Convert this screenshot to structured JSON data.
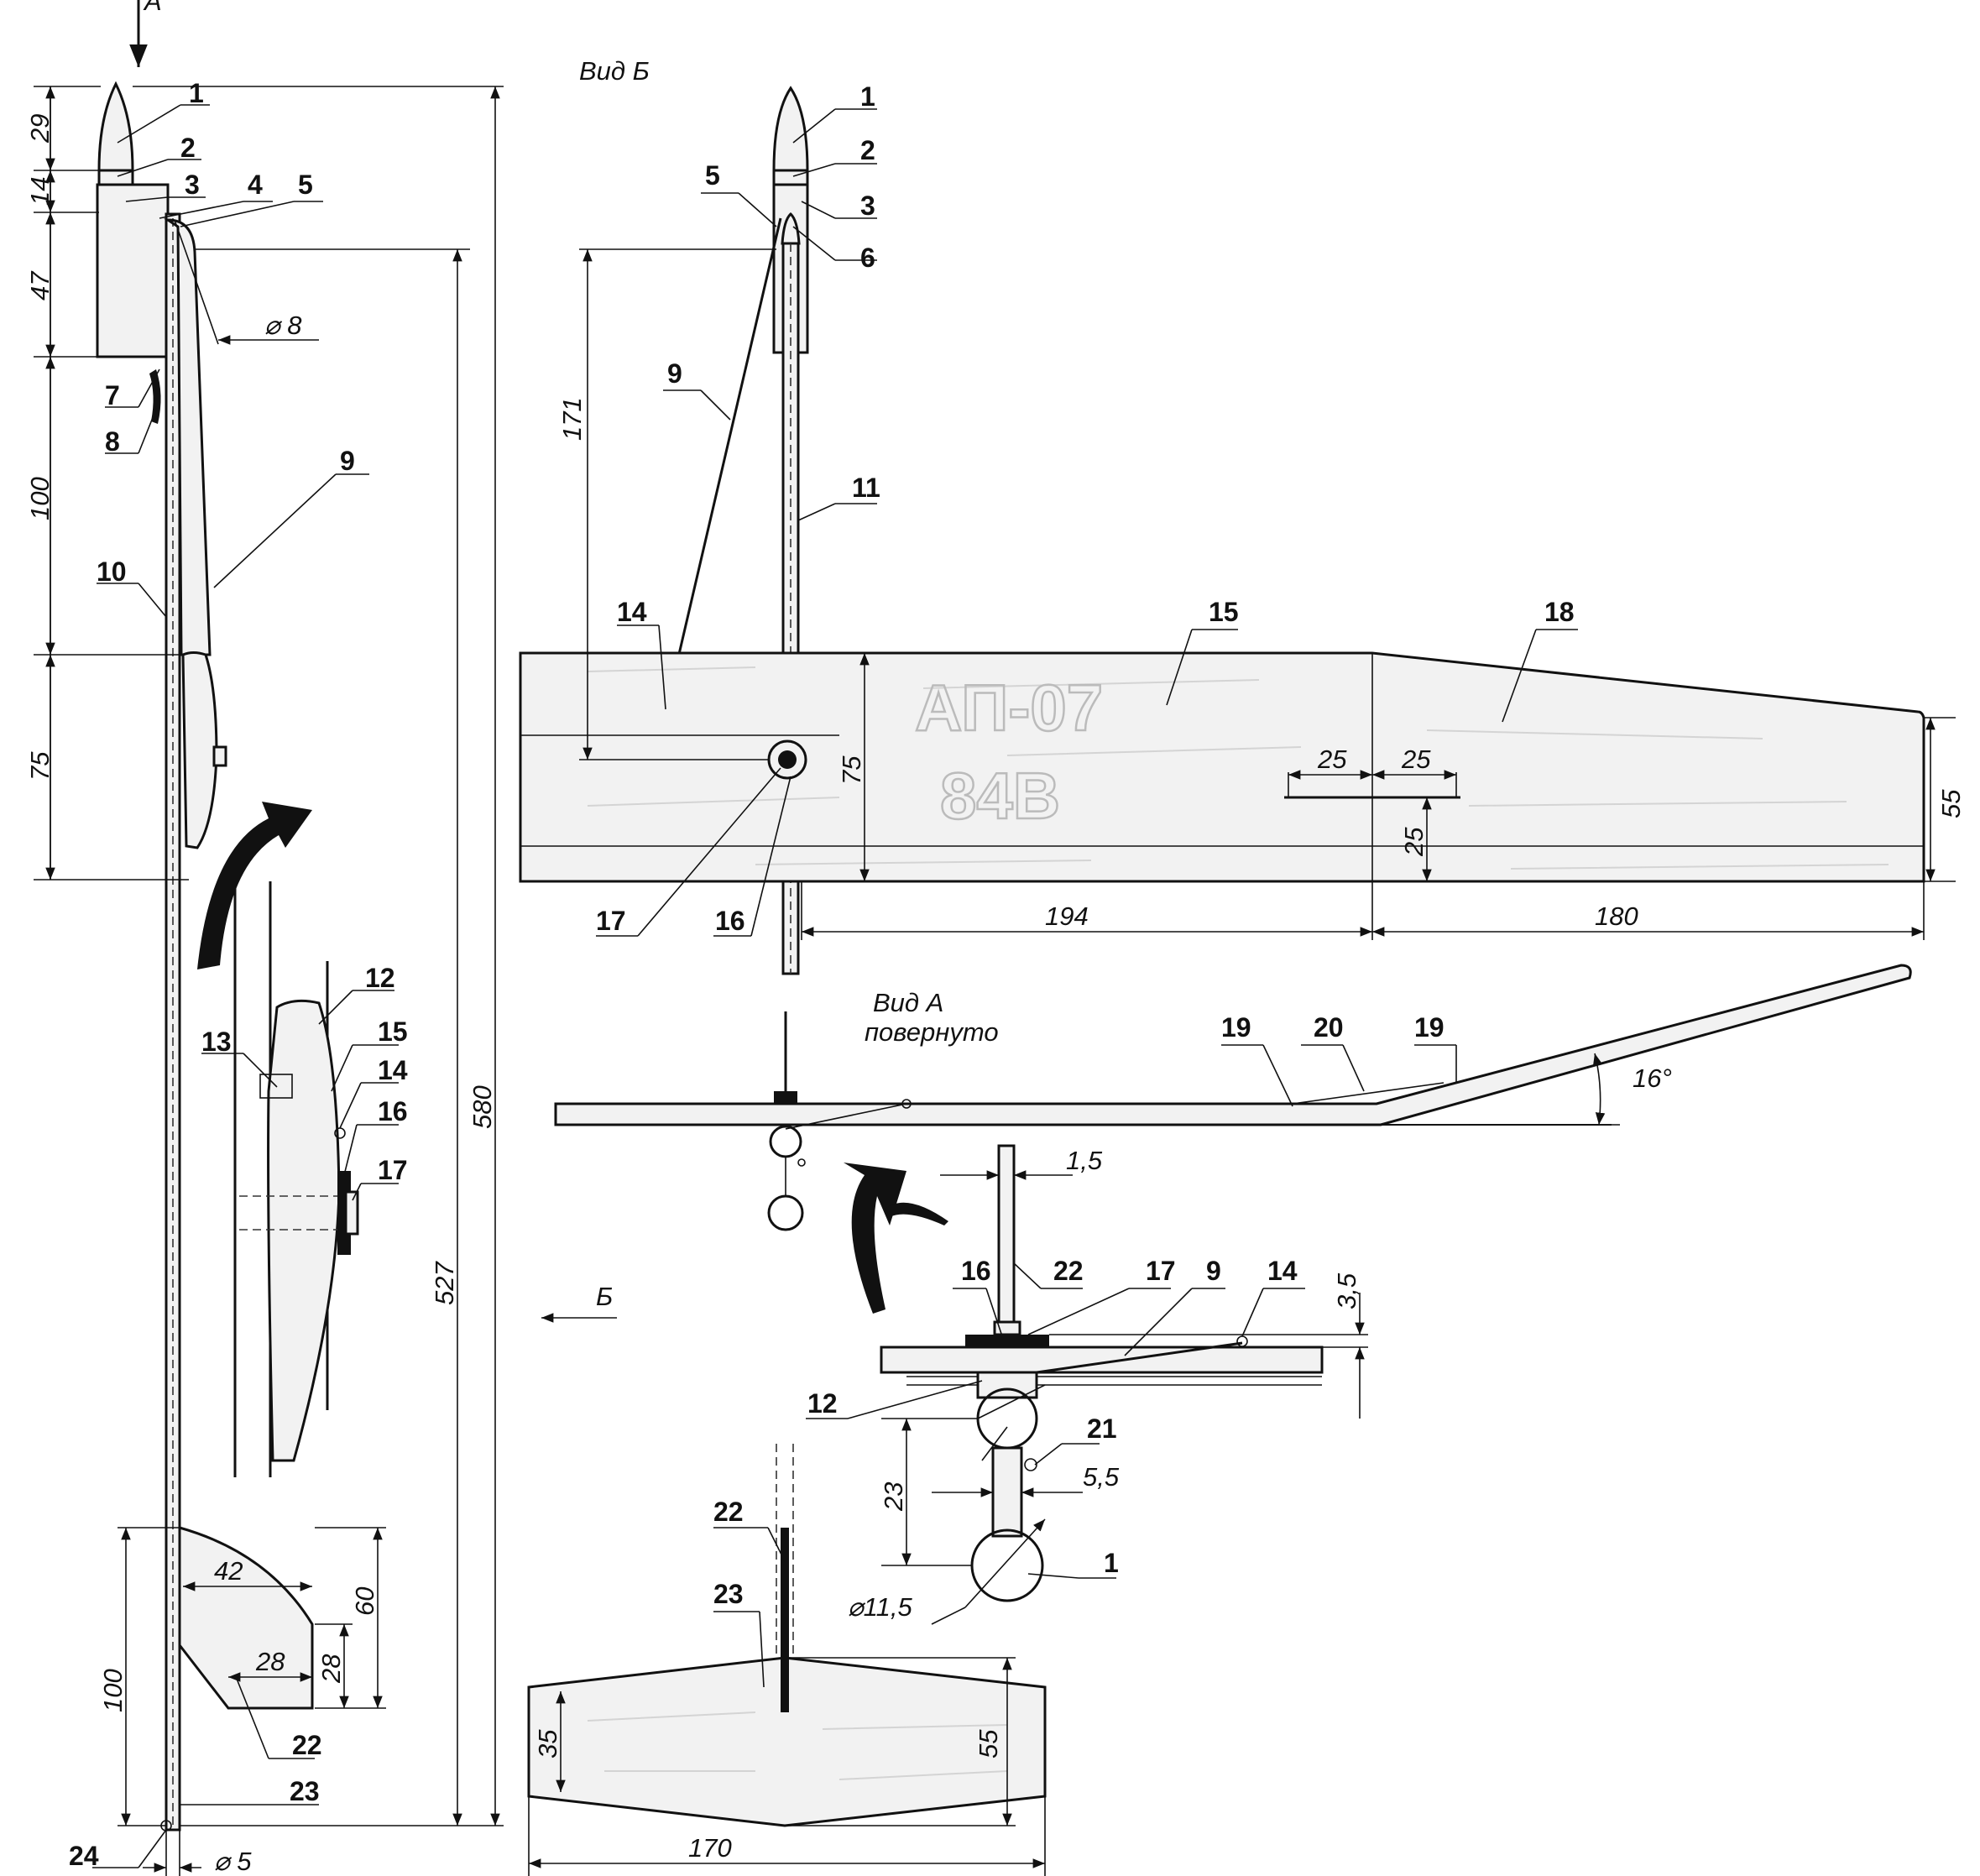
{
  "captions": {
    "view_a_top": "А",
    "view_b": "Вид Б",
    "view_a_rotated_line1": "Вид А",
    "view_a_rotated_line2": "повернуто",
    "arrow_b": "Б"
  },
  "wing_markings": {
    "model": "АП-07",
    "number": "84В"
  },
  "parts": [
    "1",
    "2",
    "3",
    "4",
    "5",
    "6",
    "7",
    "8",
    "9",
    "10",
    "11",
    "12",
    "13",
    "14",
    "15",
    "16",
    "17",
    "18",
    "19",
    "20",
    "21",
    "22",
    "23",
    "24"
  ],
  "dimensions": {
    "side_29": "29",
    "side_14": "14",
    "side_47": "47",
    "side_100_top": "100",
    "side_75": "75",
    "side_580": "580",
    "side_527": "527",
    "side_100_bottom": "100",
    "dia_8": "⌀ 8",
    "dia_5": "⌀ 5",
    "fin_42": "42",
    "fin_60": "60",
    "fin_28_h": "28",
    "fin_28_v": "28",
    "b_171": "171",
    "b_75": "75",
    "b_25_a": "25",
    "b_25_b": "25",
    "b_25_c": "25",
    "b_55": "55",
    "b_194": "194",
    "b_180": "180",
    "a_angle": "16°",
    "d_1_5": "1,5",
    "d_3_5": "3,5",
    "d_23": "23",
    "d_5_5": "5,5",
    "d_11_5": "⌀11,5",
    "tail_35": "35",
    "tail_55": "55",
    "tail_170": "170"
  }
}
